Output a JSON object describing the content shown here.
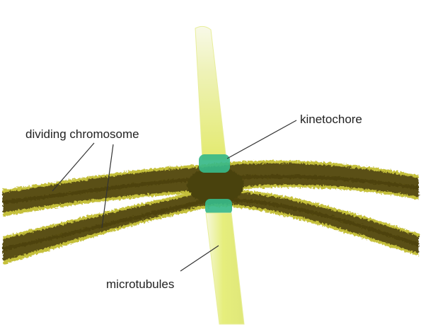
{
  "labels": {
    "dividing_chromosome": "dividing chromosome",
    "kinetochore": "kinetochore",
    "microtubules": "microtubules"
  },
  "colors": {
    "background": "#ffffff",
    "chromosome": "#5a4f12",
    "chromosome_dark": "#3f3708",
    "chromosome_rim": "#c7c23a",
    "microtubule": "#e4ec7a",
    "microtubule_light": "#f4f7d6",
    "kinetochore": "#37b888",
    "label_text": "#222222",
    "pointer_line": "#333333"
  }
}
